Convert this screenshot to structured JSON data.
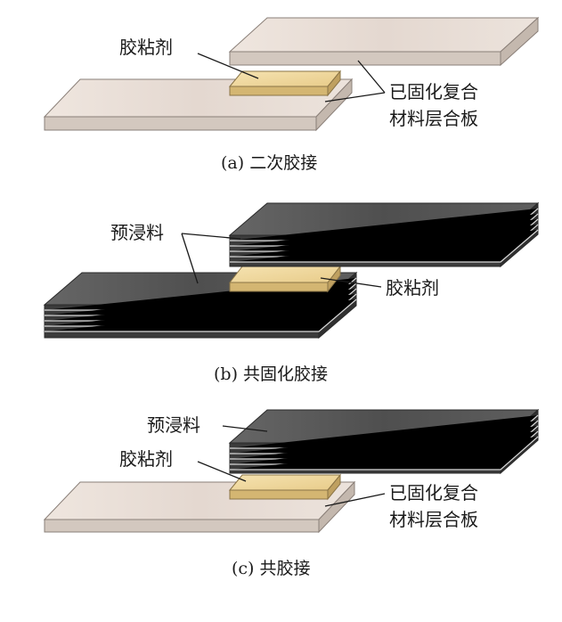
{
  "panel_a": {
    "adhesive_label": "胶粘剂",
    "laminate_label_line1": "已固化复合",
    "laminate_label_line2": "材料层合板",
    "caption": "(a) 二次胶接"
  },
  "panel_b": {
    "prepreg_label": "预浸料",
    "adhesive_label": "胶粘剂",
    "caption": "(b) 共固化胶接"
  },
  "panel_c": {
    "prepreg_label": "预浸料",
    "adhesive_label": "胶粘剂",
    "laminate_label_line1": "已固化复合",
    "laminate_label_line2": "材料层合板",
    "caption": "(c) 共胶接"
  },
  "colors": {
    "cured_laminate_top": "#e8ddd6",
    "cured_laminate_side": "#cfc4bb",
    "prepreg_top": "#5a5a5a",
    "prepreg_side": "#3a3a3a",
    "prepreg_layer_line": "#d8d8d8",
    "adhesive_top": "#f0d9a0",
    "adhesive_side": "#c9aa64"
  }
}
